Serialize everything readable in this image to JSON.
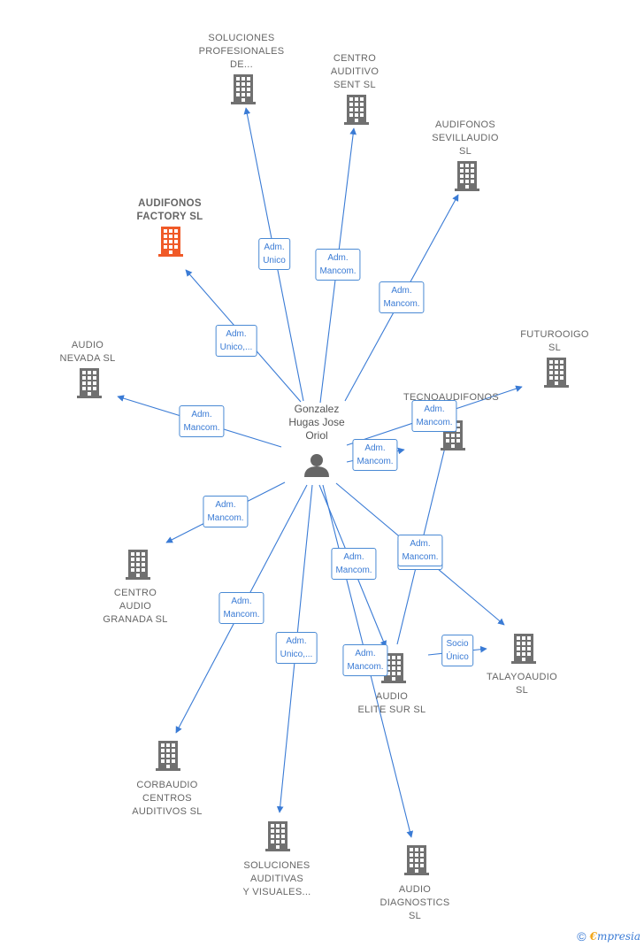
{
  "colors": {
    "edge": "#3a7bd5",
    "building": "#707070",
    "highlight": "#f05a28",
    "person": "#666666"
  },
  "center": {
    "name_lines": [
      "Gonzalez",
      "Hugas Jose",
      "Oriol"
    ],
    "icon": "person-icon"
  },
  "companies": [
    {
      "id": "c1",
      "lines": [
        "SOLUCIONES",
        "PROFESIONALES",
        "DE..."
      ],
      "icon": "building-icon"
    },
    {
      "id": "c2",
      "lines": [
        "CENTRO",
        "AUDITIVO",
        "SENT  SL"
      ],
      "icon": "building-icon"
    },
    {
      "id": "c3",
      "lines": [
        "AUDIFONOS",
        "SEVILLAUDIO",
        "SL"
      ],
      "icon": "building-icon"
    },
    {
      "id": "c4",
      "lines": [
        "AUDIFONOS",
        "FACTORY  SL"
      ],
      "icon": "building-icon",
      "highlight": true
    },
    {
      "id": "c5",
      "lines": [
        "FUTUROOIGO",
        "SL"
      ],
      "icon": "building-icon"
    },
    {
      "id": "c6",
      "lines": [
        "AUDIO",
        "NEVADA  SL"
      ],
      "icon": "building-icon"
    },
    {
      "id": "c7",
      "lines": [
        "TECNOAUDIFONOS"
      ],
      "icon": "building-icon"
    },
    {
      "id": "c8",
      "lines": [
        "CENTRO",
        "AUDIO",
        "GRANADA  SL"
      ],
      "icon": "building-icon"
    },
    {
      "id": "c9",
      "lines": [
        "TALAYOAUDIO",
        "SL"
      ],
      "icon": "building-icon"
    },
    {
      "id": "c10",
      "lines": [
        "AUDIO",
        "ELITE SUR  SL"
      ],
      "icon": "building-icon"
    },
    {
      "id": "c11",
      "lines": [
        "CORBAUDIO",
        "CENTROS",
        "AUDITIVOS  SL"
      ],
      "icon": "building-icon"
    },
    {
      "id": "c12",
      "lines": [
        "SOLUCIONES",
        "AUDITIVAS",
        "Y VISUALES..."
      ],
      "icon": "building-icon"
    },
    {
      "id": "c13",
      "lines": [
        "AUDIO",
        "DIAGNOSTICS",
        "SL"
      ],
      "icon": "building-icon"
    }
  ],
  "edges": [
    {
      "from": "center",
      "to": "c1",
      "label": [
        "Adm.",
        "Unico"
      ]
    },
    {
      "from": "center",
      "to": "c2",
      "label": [
        "Adm.",
        "Mancom."
      ]
    },
    {
      "from": "center",
      "to": "c3",
      "label": [
        "Adm.",
        "Mancom."
      ]
    },
    {
      "from": "center",
      "to": "c4",
      "label": [
        "Adm.",
        "Unico,..."
      ]
    },
    {
      "from": "center",
      "to": "c5",
      "label": [
        "Adm.",
        "Mancom."
      ]
    },
    {
      "from": "center",
      "to": "c6",
      "label": [
        "Adm.",
        "Mancom."
      ]
    },
    {
      "from": "center",
      "to": "c7",
      "label": [
        "Adm.",
        "Mancom."
      ]
    },
    {
      "from": "center",
      "to": "c8",
      "label": [
        "Adm.",
        "Mancom."
      ]
    },
    {
      "from": "center",
      "to": "c9",
      "label": [
        "Adm.",
        "Mancom."
      ]
    },
    {
      "from": "center",
      "to": "c10",
      "label": [
        "Adm.",
        "Mancom."
      ]
    },
    {
      "from": "center",
      "to": "c11",
      "label": [
        "Adm.",
        "Mancom."
      ]
    },
    {
      "from": "center",
      "to": "c12",
      "label": [
        "Adm.",
        "Unico,..."
      ]
    },
    {
      "from": "center",
      "to": "c13",
      "label": [
        "Adm.",
        "Mancom."
      ]
    },
    {
      "from": "c10",
      "to": "c7",
      "label": [
        "Adm.",
        "Mancom."
      ]
    },
    {
      "from": "c10",
      "to": "c9",
      "label": [
        "Socio",
        "Único"
      ]
    }
  ],
  "footer": {
    "copyright": "©",
    "brand_first": "€",
    "brand_rest": "mpresia"
  }
}
